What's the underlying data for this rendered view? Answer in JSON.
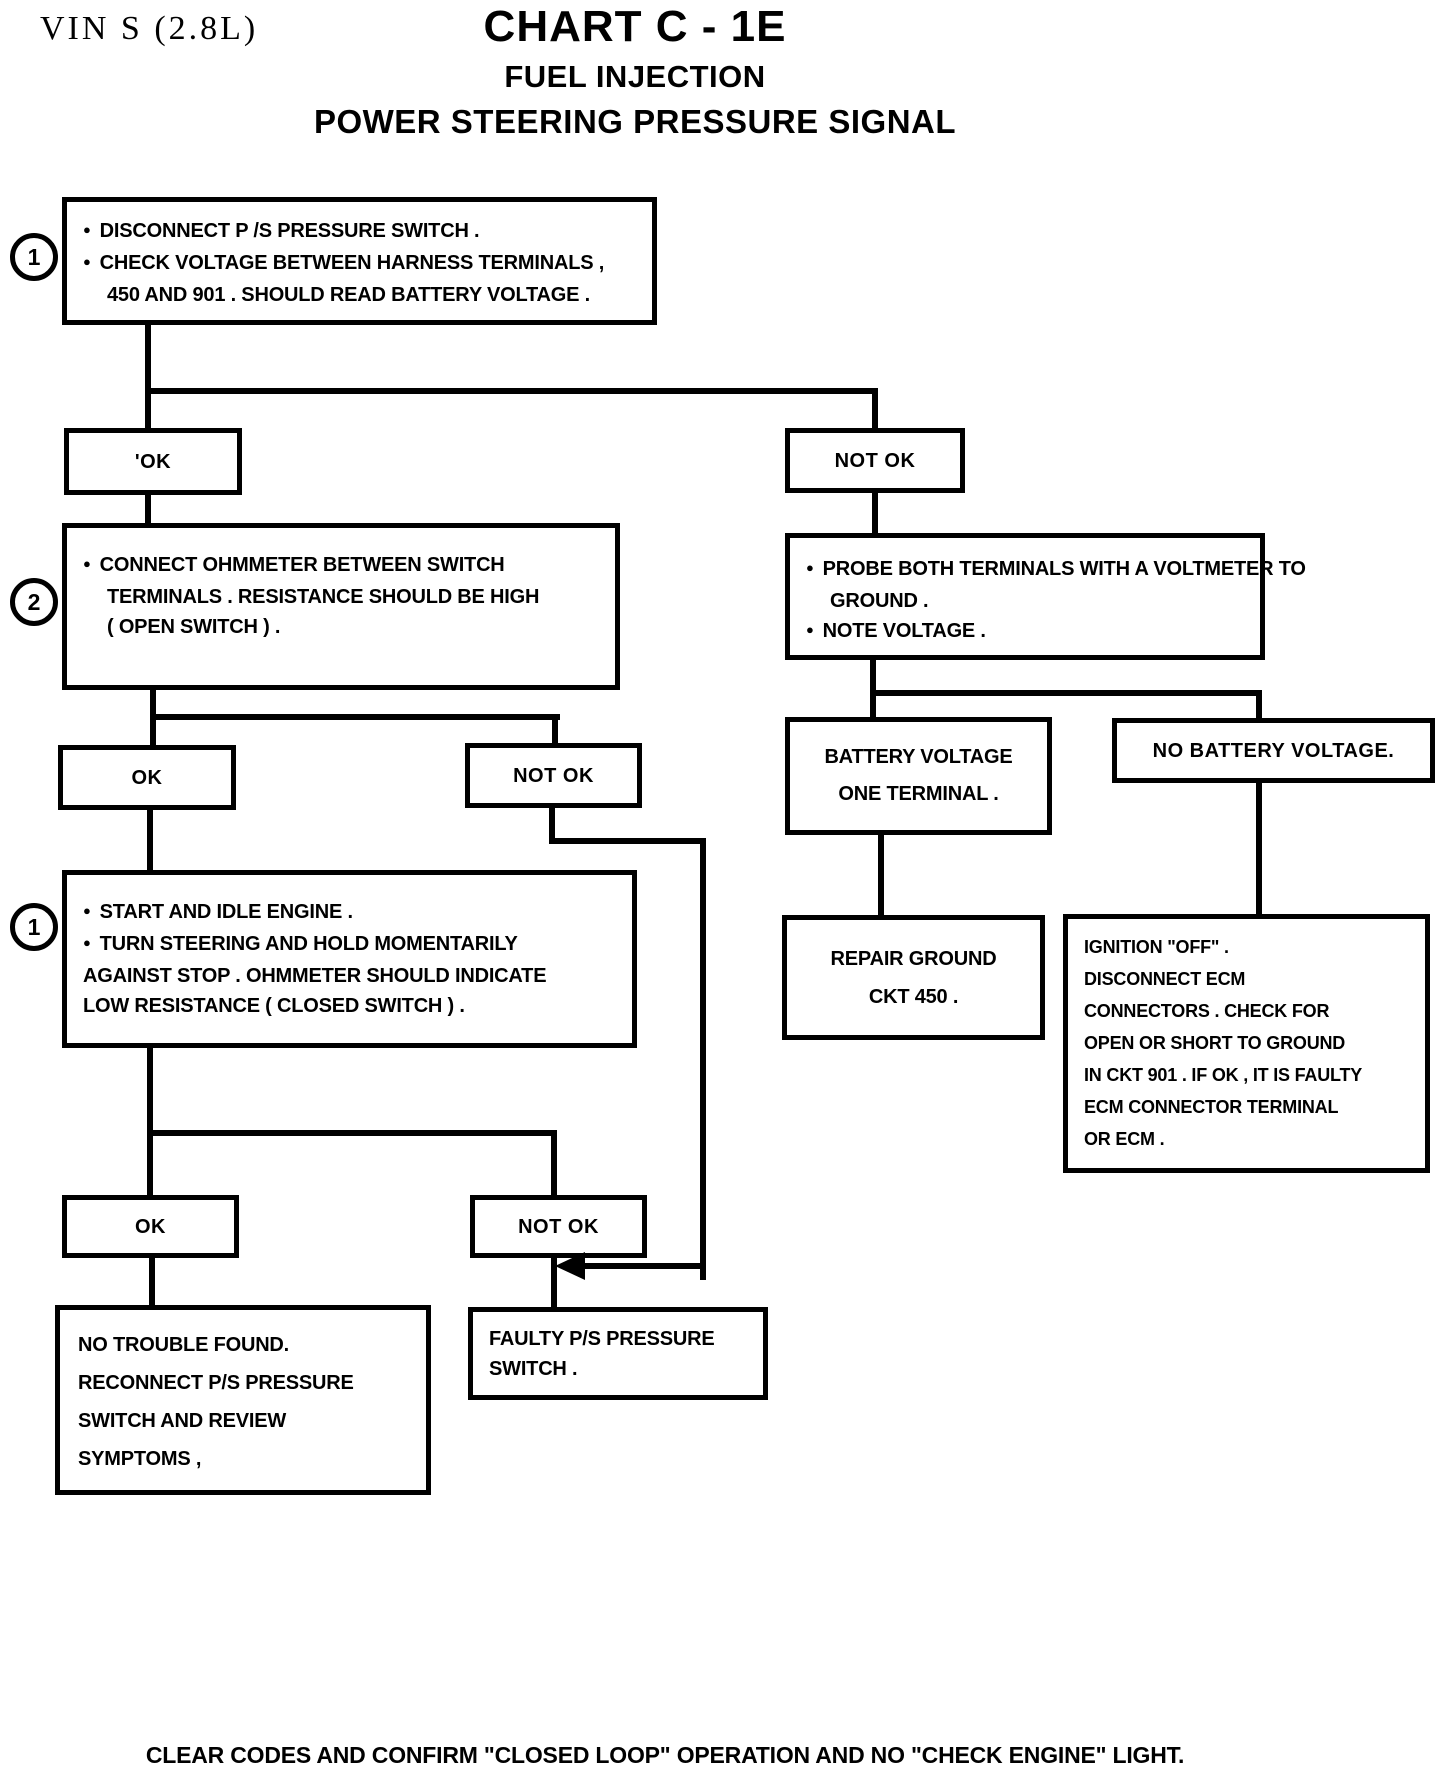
{
  "header": {
    "vin": "VIN S (2.8L)",
    "title": "CHART C - 1E",
    "subtitle": "FUEL INJECTION",
    "signal": "POWER STEERING PRESSURE SIGNAL"
  },
  "nodes": {
    "step1": {
      "badge": "1",
      "lines": [
        "DISCONNECT P /S PRESSURE SWITCH .",
        "CHECK VOLTAGE BETWEEN HARNESS TERMINALS ,",
        "450 AND 901 . SHOULD READ BATTERY VOLTAGE ."
      ]
    },
    "ok1": {
      "label": "'OK"
    },
    "notok1": {
      "label": "NOT OK"
    },
    "step2": {
      "badge": "2",
      "lines": [
        "CONNECT OHMMETER BETWEEN SWITCH",
        "TERMINALS . RESISTANCE SHOULD BE HIGH",
        "( OPEN SWITCH ) ."
      ]
    },
    "ok2": {
      "label": "OK"
    },
    "notok2": {
      "label": "NOT OK"
    },
    "step3": {
      "badge": "1",
      "lines": [
        "START AND IDLE ENGINE .",
        "TURN STEERING AND HOLD MOMENTARILY",
        "AGAINST STOP . OHMMETER SHOULD INDICATE",
        "LOW RESISTANCE ( CLOSED SWITCH ) ."
      ]
    },
    "ok3": {
      "label": "OK"
    },
    "notok3": {
      "label": "NOT OK"
    },
    "no_trouble": {
      "lines": [
        "NO TROUBLE FOUND.",
        "RECONNECT P/S PRESSURE",
        "SWITCH AND REVIEW",
        "SYMPTOMS ,"
      ]
    },
    "faulty_switch": {
      "label": "FAULTY P/S PRESSURE SWITCH ."
    },
    "probe": {
      "lines": [
        "PROBE BOTH TERMINALS WITH A VOLTMETER TO",
        "GROUND .",
        "NOTE VOLTAGE ."
      ]
    },
    "battery_voltage": {
      "lines": [
        "BATTERY VOLTAGE",
        "ONE TERMINAL ."
      ]
    },
    "no_battery_voltage": {
      "label": "NO BATTERY VOLTAGE."
    },
    "repair_ground": {
      "lines": [
        "REPAIR GROUND",
        "CKT 450 ."
      ]
    },
    "ignition_off": {
      "lines": [
        "IGNITION \"OFF\" .",
        "DISCONNECT  ECM",
        "CONNECTORS . CHECK FOR",
        "OPEN OR SHORT TO GROUND",
        "IN CKT 901 . IF OK , IT IS FAULTY",
        "ECM CONNECTOR TERMINAL",
        "OR ECM ."
      ]
    }
  },
  "footer": {
    "note": "CLEAR CODES AND CONFIRM  \"CLOSED LOOP\" OPERATION AND NO \"CHECK ENGINE\" LIGHT."
  },
  "colors": {
    "ink": "#000000",
    "paper": "#ffffff"
  }
}
